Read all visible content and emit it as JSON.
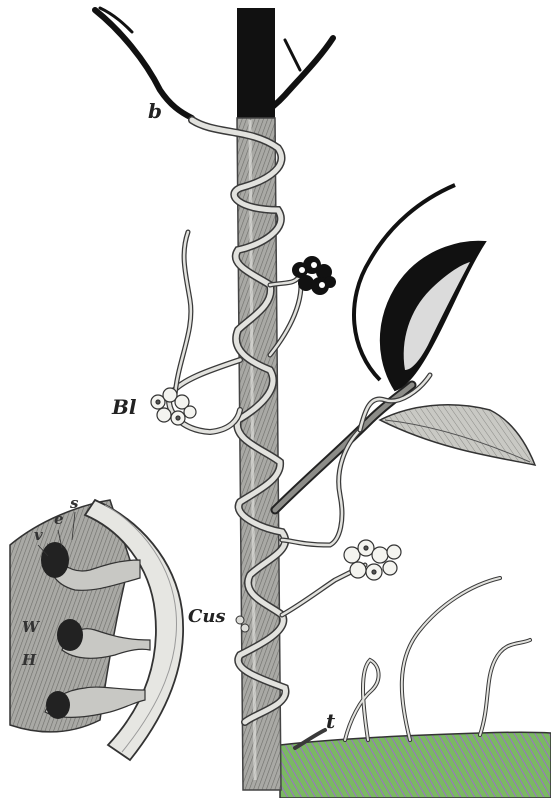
{
  "labels": {
    "b": "b",
    "bl": "Bl",
    "cus": "Cus",
    "t": "t",
    "s": "s",
    "e": "e",
    "v": "v",
    "w": "W",
    "h": "H"
  },
  "colors": {
    "ink": "#1a1a1a",
    "stem": "#9a9a98",
    "dodder": "#d8d8d4",
    "section": "#8e8e8a",
    "ground_green": "#6fae5a",
    "ground_violet": "#9a6fc8"
  }
}
